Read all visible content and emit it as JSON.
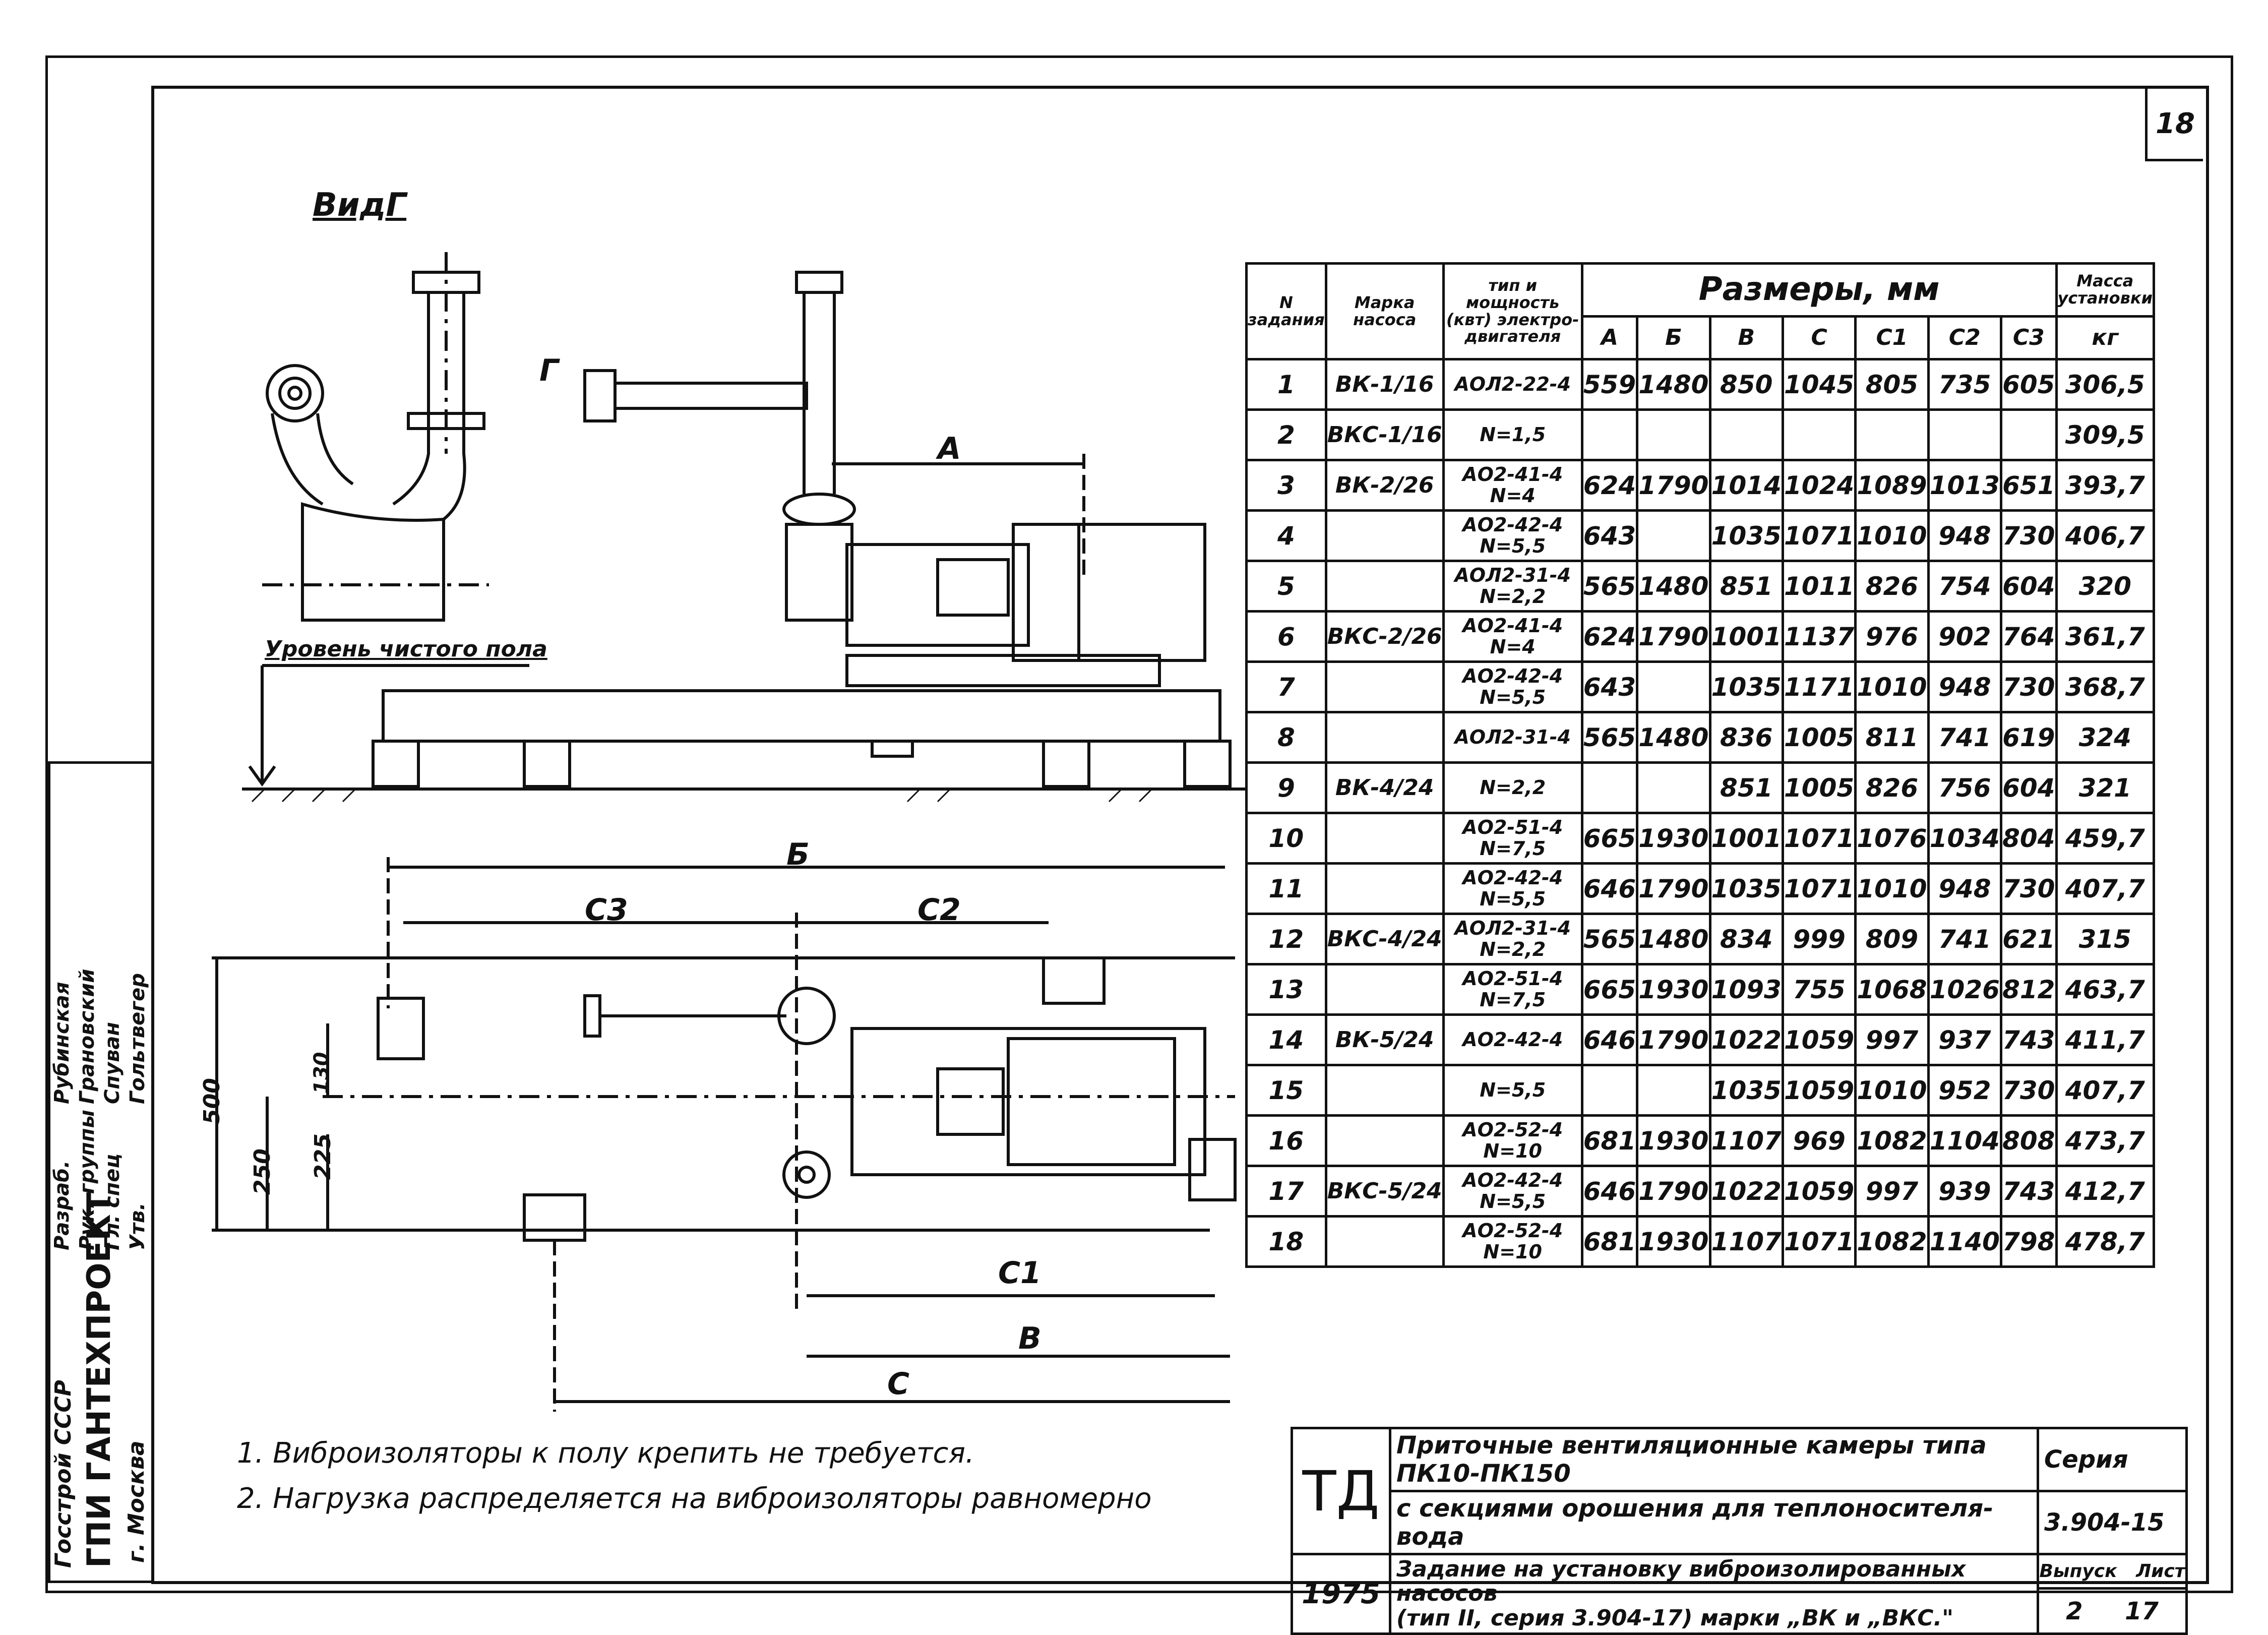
{
  "sheet_number": "18",
  "view_label": "ВидГ",
  "arrow_label": "Г",
  "floor_level_label": "Уровень чистого пола",
  "dimension_labels": {
    "A": "А",
    "B": "Б",
    "C": "С",
    "C1": "С1",
    "C2": "С2",
    "C3": "С3",
    "V": "В",
    "d500": "500",
    "d250": "250",
    "d225": "225",
    "d130": "130"
  },
  "notes": [
    "1. Виброизоляторы к полу крепить не требуется.",
    "2. Нагрузка распределяется на виброизоляторы равномерно"
  ],
  "table": {
    "headers": {
      "n": "N задания",
      "mark": "Марка насоса",
      "motor": "тип и мощность (квт) электро-двигателя",
      "dims": "Размеры, мм",
      "mass": "Масса установки",
      "mass_unit": "кг",
      "cols": [
        "А",
        "Б",
        "В",
        "С",
        "С1",
        "С2",
        "С3"
      ]
    },
    "rows": [
      {
        "n": "1",
        "mark": "ВК-1/16",
        "motor": "АОЛ2-22-4",
        "a": "559",
        "b": "1480",
        "v": "850",
        "c": "1045",
        "c1": "805",
        "c2": "735",
        "c3": "605",
        "mass": "306,5"
      },
      {
        "n": "2",
        "mark": "ВКС-1/16",
        "motor": "N=1,5",
        "a": "",
        "b": "",
        "v": "",
        "c": "",
        "c1": "",
        "c2": "",
        "c3": "",
        "mass": "309,5"
      },
      {
        "n": "3",
        "mark": "ВК-2/26",
        "motor": "АО2-41-4 N=4",
        "a": "624",
        "b": "1790",
        "v": "1014",
        "c": "1024",
        "c1": "1089",
        "c2": "1013",
        "c3": "651",
        "mass": "393,7"
      },
      {
        "n": "4",
        "mark": "",
        "motor": "АО2-42-4 N=5,5",
        "a": "643",
        "b": "",
        "v": "1035",
        "c": "1071",
        "c1": "1010",
        "c2": "948",
        "c3": "730",
        "mass": "406,7"
      },
      {
        "n": "5",
        "mark": "",
        "motor": "АОЛ2-31-4 N=2,2",
        "a": "565",
        "b": "1480",
        "v": "851",
        "c": "1011",
        "c1": "826",
        "c2": "754",
        "c3": "604",
        "mass": "320"
      },
      {
        "n": "6",
        "mark": "ВКС-2/26",
        "motor": "АО2-41-4 N=4",
        "a": "624",
        "b": "1790",
        "v": "1001",
        "c": "1137",
        "c1": "976",
        "c2": "902",
        "c3": "764",
        "mass": "361,7"
      },
      {
        "n": "7",
        "mark": "",
        "motor": "АО2-42-4 N=5,5",
        "a": "643",
        "b": "",
        "v": "1035",
        "c": "1171",
        "c1": "1010",
        "c2": "948",
        "c3": "730",
        "mass": "368,7"
      },
      {
        "n": "8",
        "mark": "",
        "motor": "АОЛ2-31-4",
        "a": "565",
        "b": "1480",
        "v": "836",
        "c": "1005",
        "c1": "811",
        "c2": "741",
        "c3": "619",
        "mass": "324"
      },
      {
        "n": "9",
        "mark": "ВК-4/24",
        "motor": "N=2,2",
        "a": "",
        "b": "",
        "v": "851",
        "c": "1005",
        "c1": "826",
        "c2": "756",
        "c3": "604",
        "mass": "321"
      },
      {
        "n": "10",
        "mark": "",
        "motor": "АО2-51-4 N=7,5",
        "a": "665",
        "b": "1930",
        "v": "1001",
        "c": "1071",
        "c1": "1076",
        "c2": "1034",
        "c3": "804",
        "mass": "459,7"
      },
      {
        "n": "11",
        "mark": "",
        "motor": "АО2-42-4 N=5,5",
        "a": "646",
        "b": "1790",
        "v": "1035",
        "c": "1071",
        "c1": "1010",
        "c2": "948",
        "c3": "730",
        "mass": "407,7"
      },
      {
        "n": "12",
        "mark": "ВКС-4/24",
        "motor": "АОЛ2-31-4 N=2,2",
        "a": "565",
        "b": "1480",
        "v": "834",
        "c": "999",
        "c1": "809",
        "c2": "741",
        "c3": "621",
        "mass": "315"
      },
      {
        "n": "13",
        "mark": "",
        "motor": "АО2-51-4 N=7,5",
        "a": "665",
        "b": "1930",
        "v": "1093",
        "c": "755",
        "c1": "1068",
        "c2": "1026",
        "c3": "812",
        "mass": "463,7"
      },
      {
        "n": "14",
        "mark": "ВК-5/24",
        "motor": "АО2-42-4",
        "a": "646",
        "b": "1790",
        "v": "1022",
        "c": "1059",
        "c1": "997",
        "c2": "937",
        "c3": "743",
        "mass": "411,7"
      },
      {
        "n": "15",
        "mark": "",
        "motor": "N=5,5",
        "a": "",
        "b": "",
        "v": "1035",
        "c": "1059",
        "c1": "1010",
        "c2": "952",
        "c3": "730",
        "mass": "407,7"
      },
      {
        "n": "16",
        "mark": "",
        "motor": "АО2-52-4 N=10",
        "a": "681",
        "b": "1930",
        "v": "1107",
        "c": "969",
        "c1": "1082",
        "c2": "1104",
        "c3": "808",
        "mass": "473,7"
      },
      {
        "n": "17",
        "mark": "ВКС-5/24",
        "motor": "АО2-42-4 N=5,5",
        "a": "646",
        "b": "1790",
        "v": "1022",
        "c": "1059",
        "c1": "997",
        "c2": "939",
        "c3": "743",
        "mass": "412,7"
      },
      {
        "n": "18",
        "mark": "",
        "motor": "АО2-52-4 N=10",
        "a": "681",
        "b": "1930",
        "v": "1107",
        "c": "1071",
        "c1": "1082",
        "c2": "1140",
        "c3": "798",
        "mass": "478,7"
      }
    ]
  },
  "title_block": {
    "code": "ТД",
    "year": "1975",
    "title_line1": "Приточные вентиляционные камеры типа ПК10-ПК150",
    "title_line2": "с секциями орошения для теплоносителя-вода",
    "subtitle_line1": "Задание на установку виброизолированных насосов",
    "subtitle_line2": "(тип II, серия 3.904-17) марки „ВК и „ВКС.\"",
    "series_label": "Серия",
    "series": "3.904-15",
    "issue_label": "Выпуск",
    "issue": "2",
    "sheet_label": "Лист",
    "sheet": "17"
  },
  "side_stamp": {
    "org1": "Госстрой СССР",
    "org2": "ГПИ ГАНТЕХПРОЕКТ",
    "org3": "г. Москва",
    "roles": [
      "Разраб.",
      "Рук. группы",
      "Гл. спец",
      "Утв."
    ],
    "names": [
      "Рубинская",
      "Грановский",
      "Спуван",
      "Гольтвегер"
    ]
  }
}
